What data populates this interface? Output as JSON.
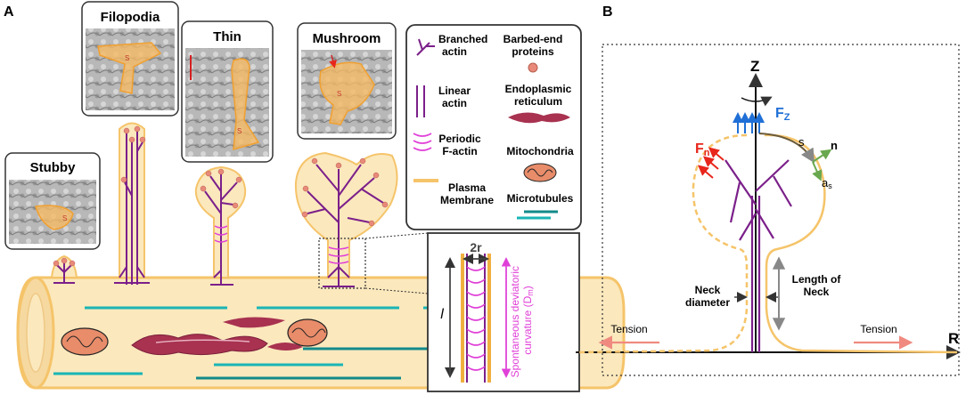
{
  "panel_a": {
    "letter": "A",
    "spine_titles": {
      "stubby": "Stubby",
      "filopodia": "Filopodia",
      "thin": "Thin",
      "mushroom": "Mushroom"
    },
    "micrograph_marks": {
      "s1": "S",
      "s2": "S",
      "s3": "S",
      "s4": "S"
    },
    "legend": {
      "branched_actin": "Branched actin",
      "barbed_end": "Barbed-end proteins",
      "linear_actin": "Linear actin",
      "er": "Endoplasmic reticulum",
      "periodic": "Periodic F-actin",
      "mitochondria": "Mitochondria",
      "plasma_membrane": "Plasma Membrane",
      "microtubules": "Microtubules"
    },
    "inset": {
      "width_label": "2r",
      "length_label": "l",
      "curvature_label_1": "Spontaneous deviatoric",
      "curvature_label_2": "curvature (D",
      "curvature_sub": "m",
      "curvature_close": ")"
    }
  },
  "panel_b": {
    "letter": "B",
    "axis_z": "Z",
    "axis_r": "R",
    "fz": "F",
    "fz_sub": "Z",
    "fn": "F",
    "fn_sub": "n",
    "s_label": "s",
    "n_label": "n",
    "as_label": "a",
    "as_sub": "s",
    "neck_diameter_1": "Neck",
    "neck_diameter_2": "diameter",
    "neck_length_1": "Length of",
    "neck_length_2": "Neck",
    "tension_left": "Tension",
    "tension_right": "Tension"
  },
  "colors": {
    "actin": "#7b1f8a",
    "membrane": "#f5c46a",
    "membrane_fill": "#fbe8bd",
    "barbed": "#e8897a",
    "periodic": "#e040d8",
    "er": "#a83250",
    "mito": "#e88c6a",
    "microtubule": "#1ab5b5",
    "force_blue": "#1f6fd6",
    "force_red": "#e8261c",
    "tension": "#f08a80",
    "green": "#6aa84f"
  }
}
